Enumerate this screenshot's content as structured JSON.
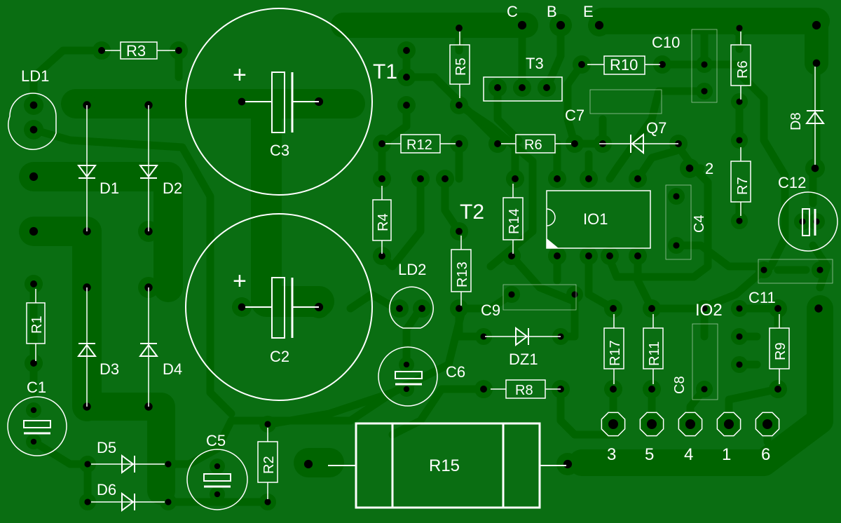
{
  "colors": {
    "board": "#0a6e12",
    "copper": "#006400",
    "silkscreen": "#ffffff",
    "drill": "#000000"
  },
  "labels": {
    "LD1": "LD1",
    "R3": "R3",
    "C3": "C3",
    "C2": "C2",
    "T1": "T1",
    "R5": "R5",
    "T3": "T3",
    "C": "C",
    "B": "B",
    "E": "E",
    "C10": "C10",
    "R10": "R10",
    "R6a": "R6",
    "R6b": "R6",
    "C7": "C7",
    "Q7": "Q7",
    "D8": "D8",
    "R12": "R12",
    "R4": "R4",
    "T2": "T2",
    "R14": "R14",
    "IO1": "IO1",
    "C4": "C4",
    "R7": "R7",
    "C12": "C12",
    "pin2": "2",
    "D1": "D1",
    "D2": "D2",
    "D3": "D3",
    "D4": "D4",
    "R1": "R1",
    "C1": "C1",
    "LD2": "LD2",
    "R13": "R13",
    "C9": "C9",
    "C6": "C6",
    "DZ1": "DZ1",
    "R8": "R8",
    "R17": "R17",
    "R11": "R11",
    "IO2": "IO2",
    "C11": "C11",
    "R9": "R9",
    "C8": "C8",
    "D5": "D5",
    "D6": "D6",
    "C5": "C5",
    "R2": "R2",
    "R15": "R15",
    "plus1": "+",
    "plus2": "+",
    "pin3": "3",
    "pin5": "5",
    "pin4": "4",
    "pin1": "1",
    "pin6": "6"
  },
  "connector_pins": [
    "3",
    "5",
    "4",
    "1",
    "6"
  ]
}
